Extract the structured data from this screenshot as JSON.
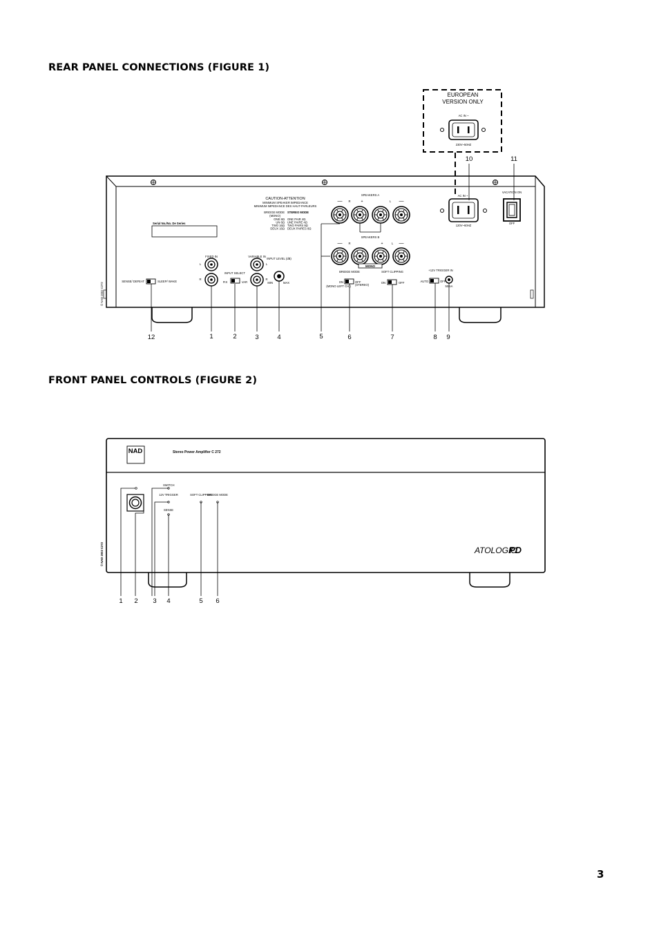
{
  "headings": {
    "rear": "REAR PANEL CONNECTIONS (FIGURE 1)",
    "front": "FRONT PANEL CONTROLS (FIGURE 2)"
  },
  "page_number": "3",
  "figure1": {
    "european_box": {
      "line1": "EUROPEAN",
      "line2": "VERSION ONLY",
      "ac_in": "AC IN ~",
      "rating": "230V~50HZ"
    },
    "caution": {
      "title": "CAUTION-ATTENTION",
      "line1": "MINIMUM SPEAKER IMPEDANCE",
      "line2": "MINIMUM IMPEDANCE DES HAUT-PARLEURS",
      "bridge_head": "BRIDGE MODE",
      "bridge_sub": "(MONO)",
      "stereo_head": "STEREO MODE",
      "rows_left": [
        "ONE 8Ω",
        "UN 8Ω",
        "TWO 16Ω",
        "DEUX 16Ω"
      ],
      "rows_right": [
        "ONE PAIR 4Ω",
        "UNE PAIRE 4Ω",
        "TWO PAIRS 8Ω",
        "DEUX PAIRES 8Ω"
      ]
    },
    "serial": "Serial No./No. De Series",
    "speakers_a": "SPEAKERS A",
    "speakers_b": "SPEAKERS B",
    "terminal_marks": [
      "—",
      "R",
      "+",
      "L",
      "—"
    ],
    "mono_label": "MONO",
    "ac_in": "AC IN ~",
    "rating": "120V~60HZ",
    "vacation_on": "VACATION ON",
    "vacation_off": "OFF",
    "fixed_in": "FIXED IN",
    "variable_in": "VARIABLE IN",
    "input_level": "INPUT LEVEL (dB)",
    "min": "MIN",
    "max": "MAX",
    "input_select": "INPUT SELECT",
    "fix": "FIX",
    "var": "VAR",
    "sense_defeat": "SENSE/ DEFEAT",
    "sleep_wake": "SLEEP/ WAKE",
    "bridge_mode": "BRIDGE MODE",
    "on": "ON",
    "off": "OFF",
    "mono_left": "(MONO LEFT CH.)",
    "stereo": "(STEREO)",
    "soft_clipping": "SOFT CLIPPING",
    "trigger_12v": "+12V TRIGGER IN",
    "auto": "AUTO",
    "ma": "50mA",
    "copyright": "© NAD 2002 C272",
    "lr": [
      "L",
      "R"
    ],
    "callouts": [
      "10",
      "11",
      "12",
      "1",
      "2",
      "3",
      "4",
      "5",
      "6",
      "7",
      "8",
      "9"
    ]
  },
  "figure2": {
    "logo": "NAD",
    "model": "Stereo Power Amplifier C 272",
    "switch": "SWITCH",
    "trigger": "12V TRIGGER",
    "sense": "SENSE",
    "soft_clipping": "SOFT CLIPPING",
    "bridge_mode": "BRIDGE MODE",
    "atologic": "ATOLOGIC",
    "pd": "PD",
    "copyright": "© NAD 2002 C272",
    "callouts": [
      "1",
      "2",
      "3",
      "4",
      "5",
      "6"
    ]
  }
}
